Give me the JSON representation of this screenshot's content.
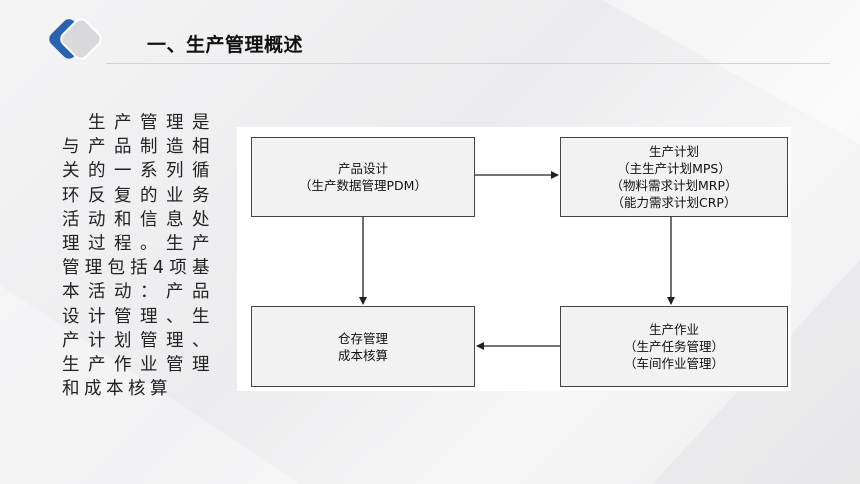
{
  "header": {
    "title": "一、生产管理概述"
  },
  "body": {
    "paragraph": "生产管理是与产品制造相关的一系列循环反复的业务活动和信息处理过程。生产管理包括4项基本活动：产品设计管理、生产计划管理、生产作业管理和成本核算"
  },
  "diagram": {
    "design": {
      "lines": [
        "产品设计",
        "（生产数据管理PDM）"
      ]
    },
    "plan": {
      "lines": [
        "生产计划",
        "（主生产计划MPS）",
        "（物料需求计划MRP）",
        "（能力需求计划CRP）"
      ]
    },
    "stock": {
      "lines": [
        "仓存管理",
        "成本核算"
      ]
    },
    "work": {
      "lines": [
        "生产作业",
        "（生产任务管理）",
        "（车间作业管理）"
      ]
    }
  },
  "colors": {
    "logo_blue": "#2a62b3",
    "logo_gray": "#d9d9db",
    "box_fill": "#f2f2f2",
    "box_border": "#444444"
  }
}
